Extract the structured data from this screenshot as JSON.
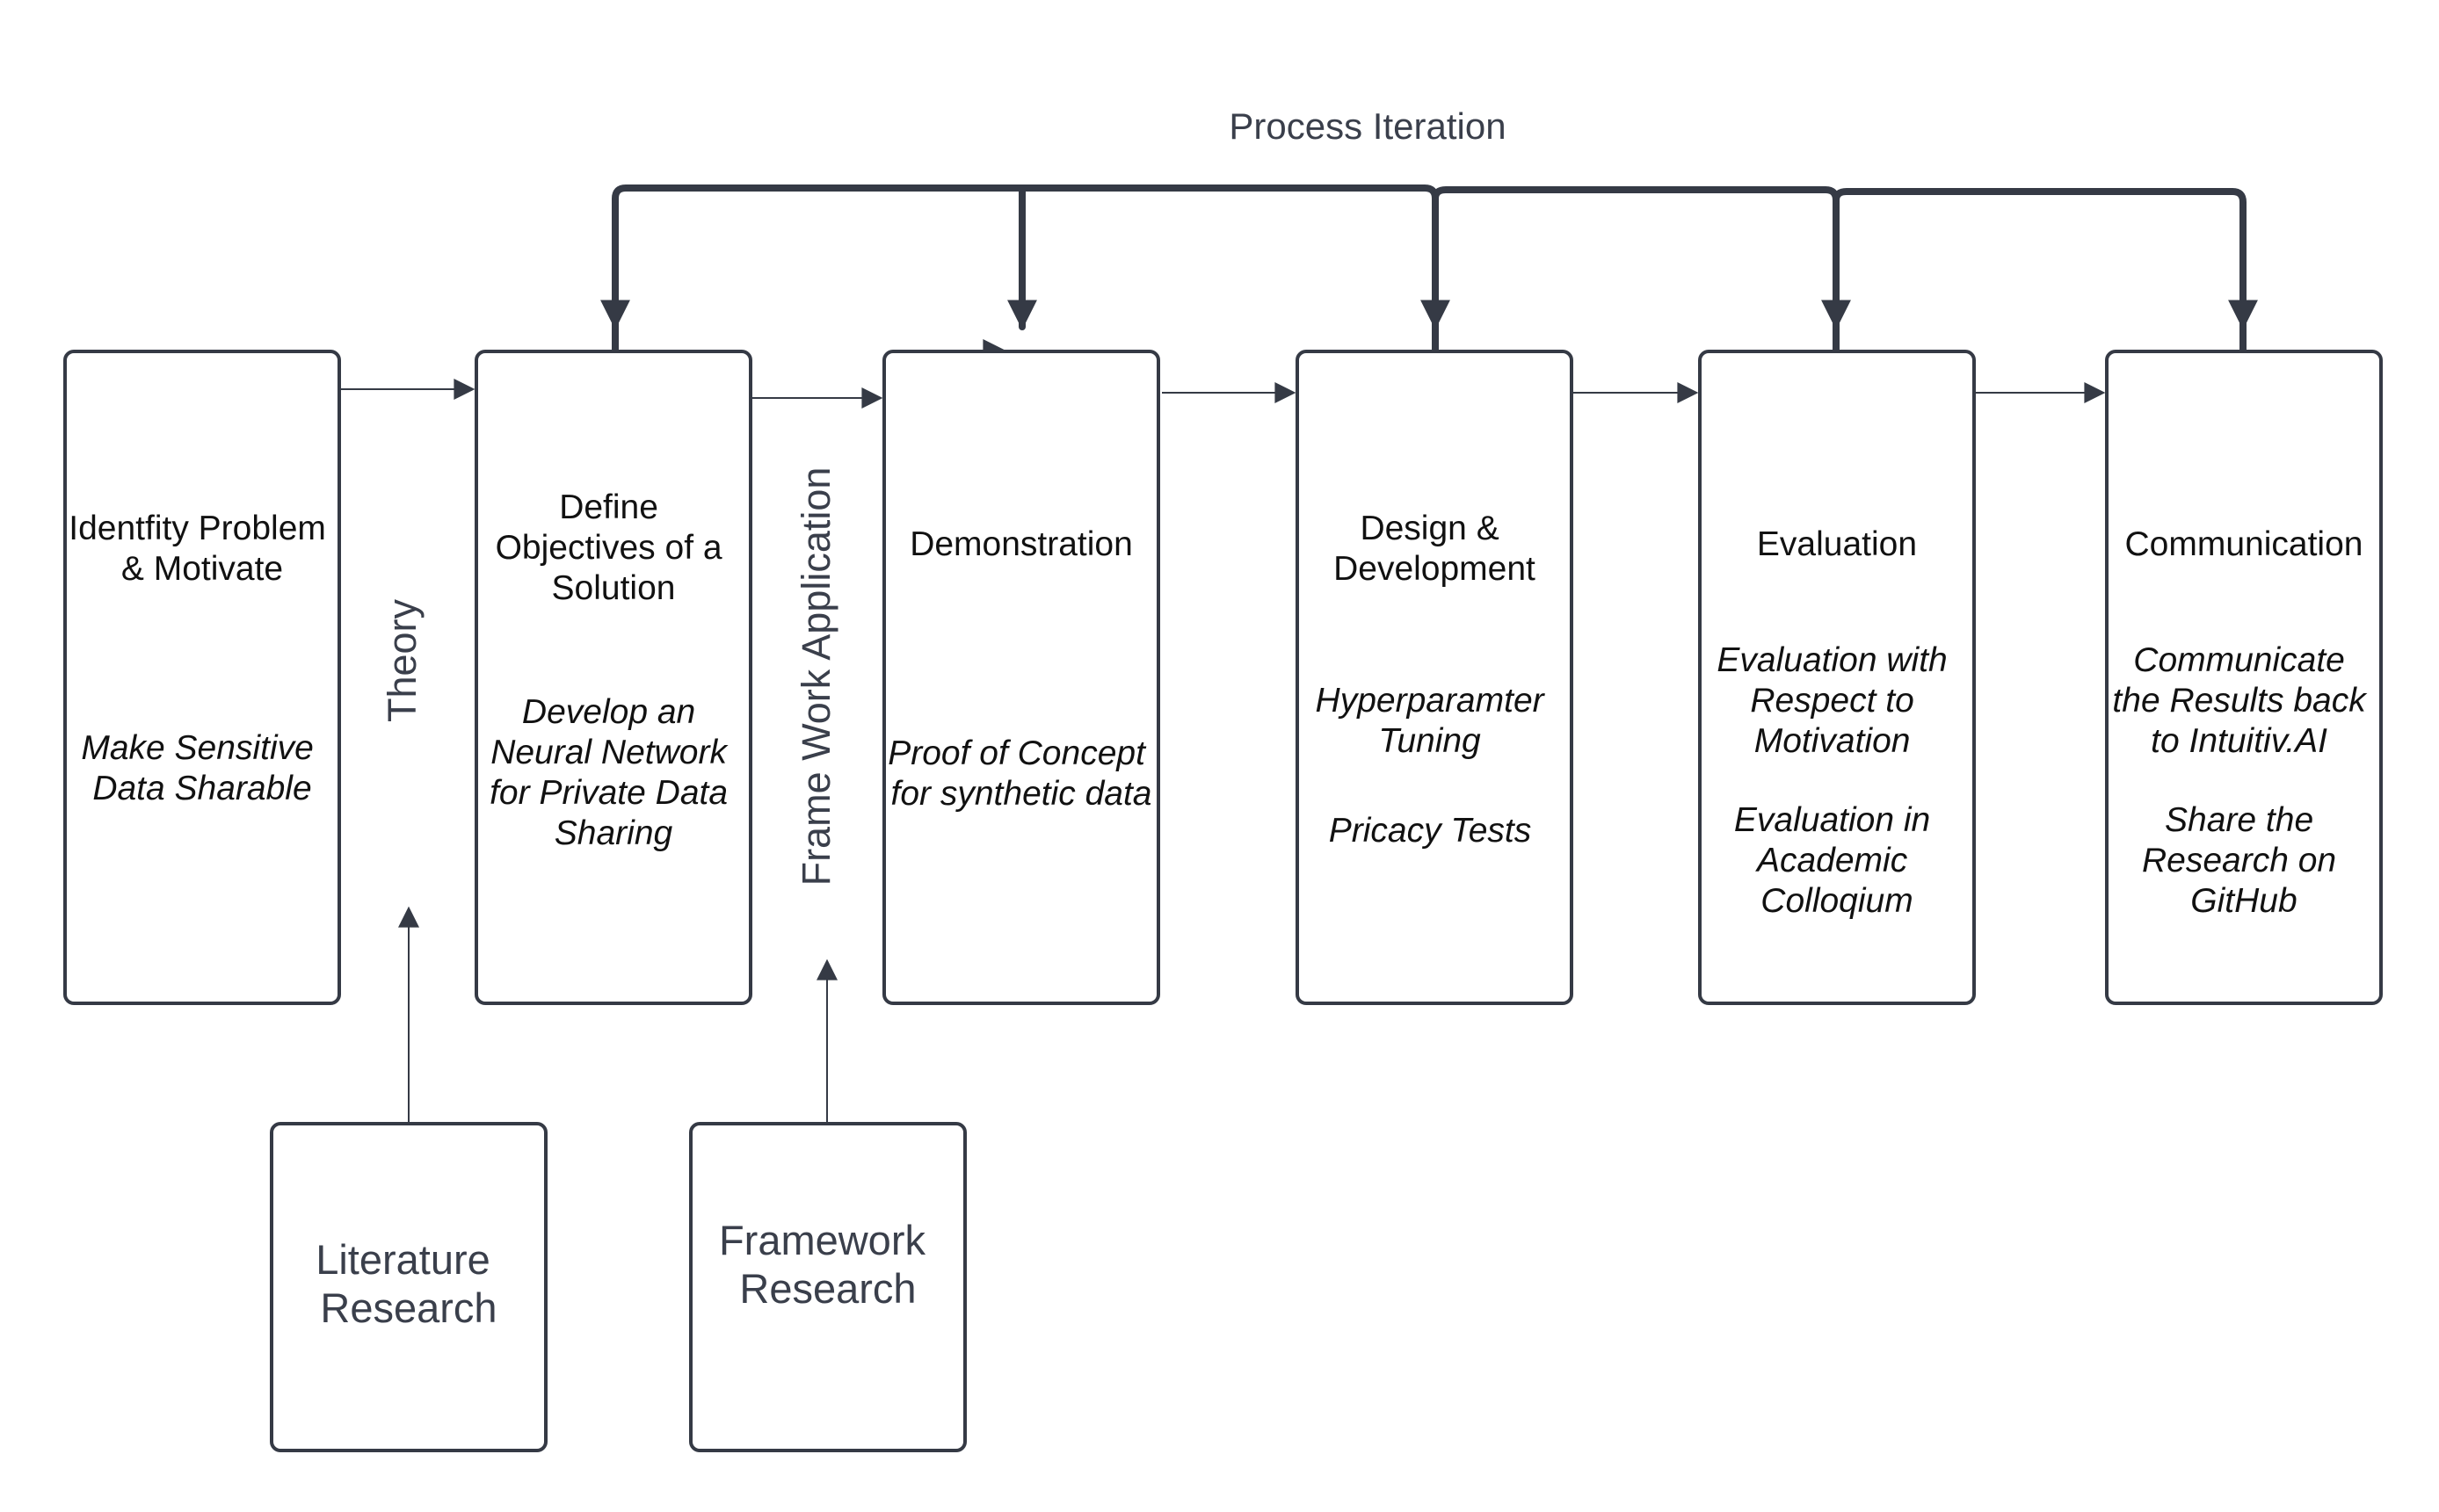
{
  "process_iteration_label": "Process Iteration",
  "steps": [
    {
      "title": [
        "Identfity Problem",
        "& Motivate"
      ],
      "detail": [
        "Make Sensitive",
        "Data Sharable"
      ]
    },
    {
      "title": [
        "Define",
        "Objectives of a",
        "Solution"
      ],
      "detail": [
        "Develop an",
        "Neural Network",
        "for Private Data",
        "Sharing"
      ]
    },
    {
      "title": [
        "Demonstration"
      ],
      "detail": [
        "Proof of Concept",
        "for synthetic data"
      ]
    },
    {
      "title": [
        "Design &",
        "Development"
      ],
      "detail": [
        "Hyperparamter",
        "Tuning",
        "",
        "",
        "Pricacy Tests"
      ]
    },
    {
      "title": [
        "Evaluation"
      ],
      "detail": [
        "Evaluation with",
        "Respect to",
        "Motivation",
        "",
        "Evaluation in",
        "Academic",
        "Colloqium"
      ]
    },
    {
      "title": [
        "Communication"
      ],
      "detail": [
        "Communicate",
        "the Results back",
        "to Intuitiv.AI",
        "",
        "Share the",
        "Research on",
        "GitHub"
      ]
    }
  ],
  "side_labels": [
    "Theory",
    "Frame Work Application"
  ],
  "research_boxes": [
    {
      "label": [
        "Literature",
        "Research"
      ]
    },
    {
      "label": [
        "Framework",
        "Research"
      ]
    }
  ],
  "colors": {
    "stroke": "#353a45",
    "text": "#111111",
    "muted_text": "#3a3f4b",
    "background": "#ffffff"
  }
}
